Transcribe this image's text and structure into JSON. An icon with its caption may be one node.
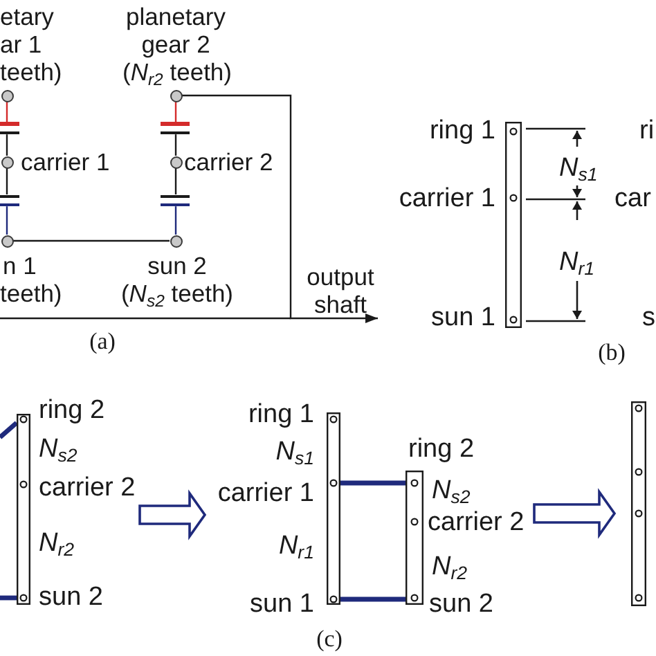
{
  "diagram": {
    "nodes": [
      {
        "text": [],
        "shape": "circle",
        "beside": [
          "etary ar 1",
          "teeth)"
        ]
      },
      {
        "text": [],
        "shape": "bar"
      },
      {
        "text": [],
        "shape": "bar"
      },
      {
        "text": [],
        "shape": "circle",
        "beside": [
          "carrier 1"
        ]
      },
      {
        "text": [],
        "shape": "bar"
      },
      {
        "text": [],
        "shape": "bar"
      },
      {
        "text": [],
        "shape": "circle",
        "beside": [
          "n 1",
          "teeth)"
        ]
      },
      {
        "text": [],
        "shape": "circle",
        "beside": [
          "planetary gear 2",
          "(*N*$_{r2}$ teeth)"
        ]
      },
      {
        "text": [],
        "shape": "bar"
      },
      {
        "text": [],
        "shape": "bar"
      },
      {
        "text": [],
        "shape": "circle",
        "beside": [
          "carrier 2"
        ]
      },
      {
        "text": [],
        "shape": "bar"
      },
      {
        "text": [],
        "shape": "bar"
      },
      {
        "text": [],
        "shape": "circle",
        "beside": [
          "sun 2",
          "(*N*$_{s2}$ teeth)"
        ]
      },
      {
        "text": [],
        "shape": "bar",
        "beside": [
          "ring 1",
          "carrier 1",
          "sun 1"
        ]
      },
      {
        "text": [],
        "shape": "bar",
        "beside": [
          "ring 2",
          "N$_{s2}$",
          "carrier 2",
          "N$_{r2}$",
          "sun 2"
        ]
      },
      {
        "text": [],
        "shape": "bar",
        "beside": [
          "ring 1",
          "N$_{s1}$",
          "carrier 1",
          "N$_{r1}$",
          "sun 1"
        ]
      },
      {
        "text": [],
        "shape": "bar",
        "beside": [
          "ring 2",
          "N$_{s2}$",
          "carrier 2",
          "N$_{r2}$",
          "sun 2"
        ]
      },
      {
        "text": [],
        "shape": "bar"
      },
      {
        "text": [
          "output shaft"
        ]
      }
    ],
    "edges": [
      {
        "from": 0,
        "to": 1,
        "arrow": "none",
        "color": "#d42b2b"
      },
      {
        "from": 2,
        "to": 3,
        "arrow": "none"
      },
      {
        "from": 3,
        "to": 4,
        "arrow": "none"
      },
      {
        "from": 5,
        "to": 6,
        "arrow": "none",
        "color": "#1f2a7c"
      },
      {
        "from": 7,
        "to": 8,
        "arrow": "none",
        "color": "#d42b2b"
      },
      {
        "from": 9,
        "to": 10,
        "arrow": "none"
      },
      {
        "from": 10,
        "to": 11,
        "arrow": "none"
      },
      {
        "from": 12,
        "to": 13,
        "arrow": "none",
        "color": "#1f2a7c"
      },
      {
        "from": 6,
        "to": 13,
        "arrow": "none"
      },
      {
        "from": 7,
        "to": 19,
        "arrow": "to"
      },
      {
        "from": null,
        "to": 15,
        "arrow": "none",
        "style": "thick",
        "color": "#1f2a7c"
      },
      {
        "from": null,
        "to": 15,
        "arrow": "none",
        "style": "thick",
        "color": "#1f2a7c"
      },
      {
        "from": 15,
        "to": 16,
        "arrow": "to",
        "style": "thick",
        "color": "#1f2a7c"
      },
      {
        "from": 16,
        "to": 17,
        "arrow": "none",
        "style": "thick",
        "color": "#1f2a7c"
      },
      {
        "from": 16,
        "to": 17,
        "arrow": "none",
        "style": "thick",
        "color": "#1f2a7c"
      },
      {
        "from": 17,
        "to": 18,
        "arrow": "to",
        "style": "thick",
        "color": "#1f2a7c"
      }
    ],
    "labels": [
      "ri",
      "N$_{s1}$",
      "car",
      "N$_{r1}$",
      "s",
      "(a)",
      "(b)",
      "(c)"
    ]
  }
}
